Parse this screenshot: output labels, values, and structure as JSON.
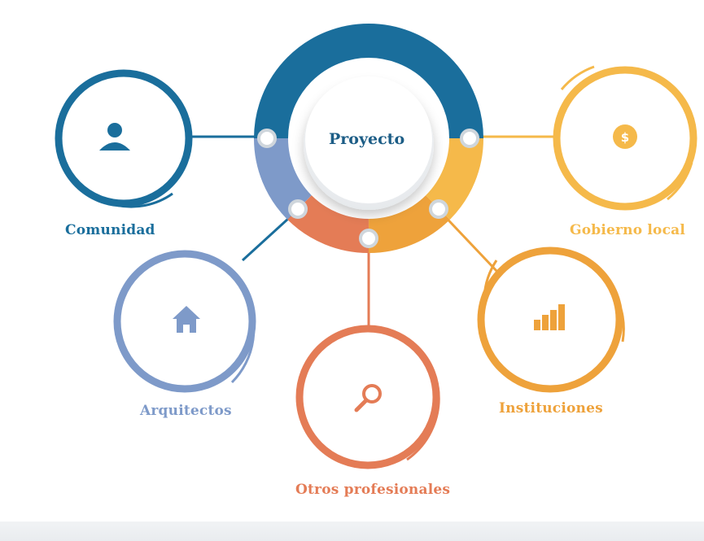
{
  "center": {
    "label": "Proyecto"
  },
  "nodes": {
    "comunidad": {
      "label": "Comunidad",
      "icon": "user-icon",
      "color": "#1a6e9c"
    },
    "arquitectos": {
      "label": "Arquitectos",
      "icon": "home-icon",
      "color": "#7e9ac9"
    },
    "otros": {
      "label": "Otros profesionales",
      "icon": "search-icon",
      "color": "#e47c56"
    },
    "instituciones": {
      "label": "Instituciones",
      "icon": "bar-chart-icon",
      "color": "#eea23b"
    },
    "gobierno": {
      "label": "Gobierno local",
      "icon": "dollar-icon",
      "color": "#f5b94a",
      "icon_text": "$"
    }
  },
  "colors": {
    "ring_top": "#1a6e9c",
    "ring_left": "#7e9ac9",
    "ring_bottom": "#e47c56",
    "ring_bottom_right": "#eea23b",
    "ring_right": "#f5b94a"
  }
}
